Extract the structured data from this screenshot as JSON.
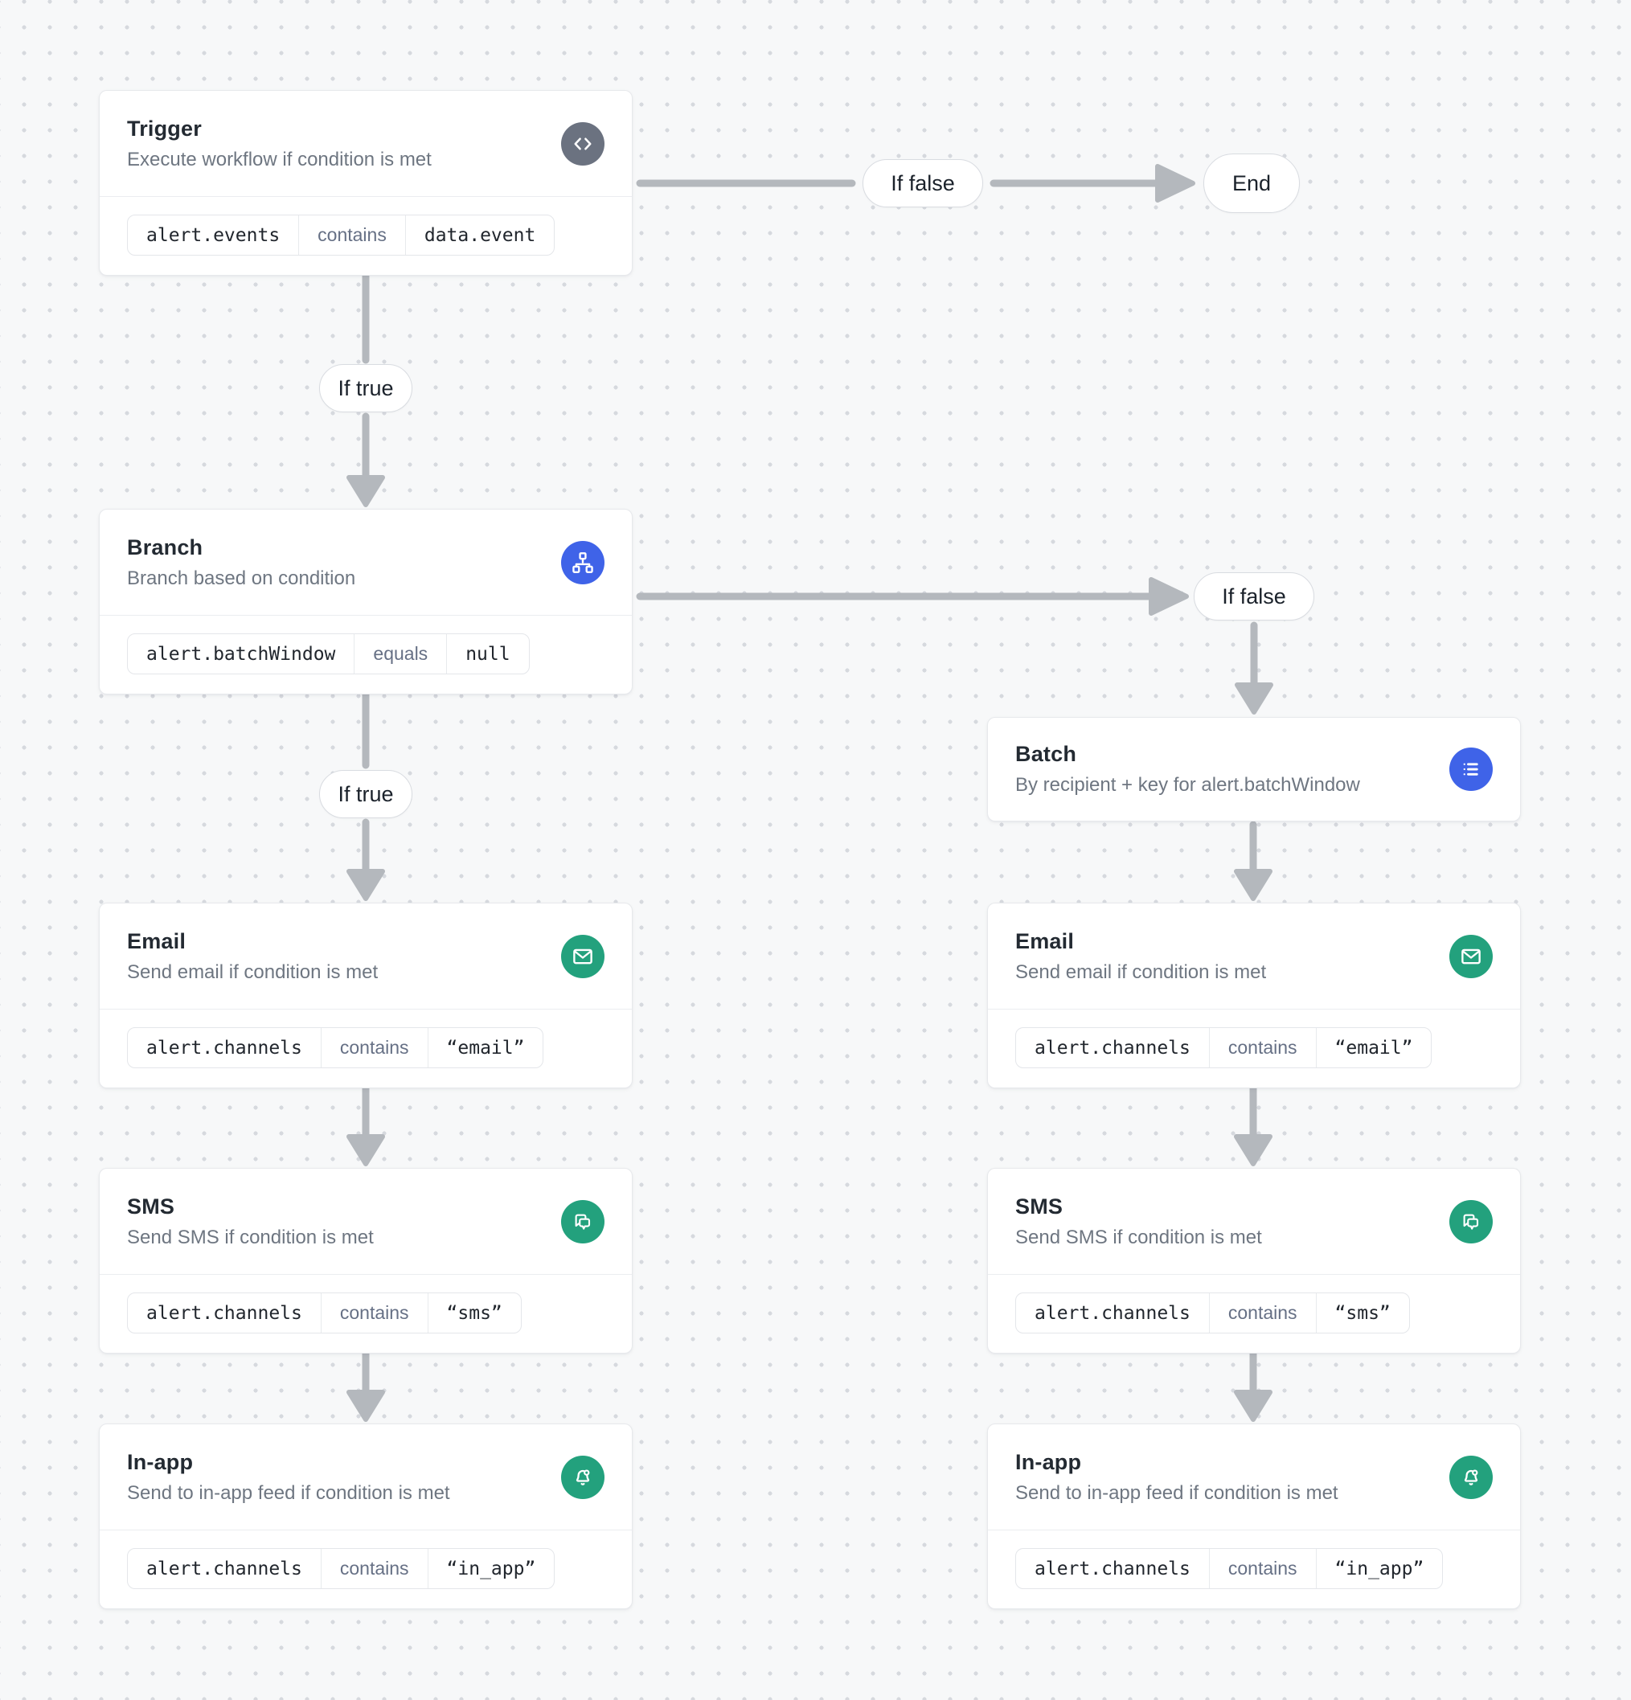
{
  "colors": {
    "canvas_bg": "#f7f8f9",
    "dot_grid": "#d6d9de",
    "arrow": "#b4b8bd",
    "icon_gray": "#6b7280",
    "icon_blue": "#3f63e8",
    "icon_green": "#23a17d"
  },
  "edge_labels": {
    "if_true": "If true",
    "if_false": "If false",
    "end": "End"
  },
  "nodes": {
    "trigger": {
      "title": "Trigger",
      "subtitle": "Execute workflow if condition is met",
      "icon": "code-icon",
      "condition": {
        "field": "alert.events",
        "operator": "contains",
        "value": "data.event"
      }
    },
    "branch": {
      "title": "Branch",
      "subtitle": "Branch based on condition",
      "icon": "branch-icon",
      "condition": {
        "field": "alert.batchWindow",
        "operator": "equals",
        "value": "null"
      }
    },
    "batch": {
      "title": "Batch",
      "subtitle": "By recipient + key for alert.batchWindow",
      "icon": "list-icon"
    },
    "email_left": {
      "title": "Email",
      "subtitle": "Send email if condition is met",
      "icon": "email-icon",
      "condition": {
        "field": "alert.channels",
        "operator": "contains",
        "value": "“email”"
      }
    },
    "sms_left": {
      "title": "SMS",
      "subtitle": "Send SMS if condition is met",
      "icon": "sms-icon",
      "condition": {
        "field": "alert.channels",
        "operator": "contains",
        "value": "“sms”"
      }
    },
    "inapp_left": {
      "title": "In-app",
      "subtitle": "Send to in-app feed if condition is met",
      "icon": "in-app-icon",
      "condition": {
        "field": "alert.channels",
        "operator": "contains",
        "value": "“in_app”"
      }
    },
    "email_right": {
      "title": "Email",
      "subtitle": "Send email if condition is met",
      "icon": "email-icon",
      "condition": {
        "field": "alert.channels",
        "operator": "contains",
        "value": "“email”"
      }
    },
    "sms_right": {
      "title": "SMS",
      "subtitle": "Send SMS if condition is met",
      "icon": "sms-icon",
      "condition": {
        "field": "alert.channels",
        "operator": "contains",
        "value": "“sms”"
      }
    },
    "inapp_right": {
      "title": "In-app",
      "subtitle": "Send to in-app feed if condition is met",
      "icon": "in-app-icon",
      "condition": {
        "field": "alert.channels",
        "operator": "contains",
        "value": "“in_app”"
      }
    }
  }
}
